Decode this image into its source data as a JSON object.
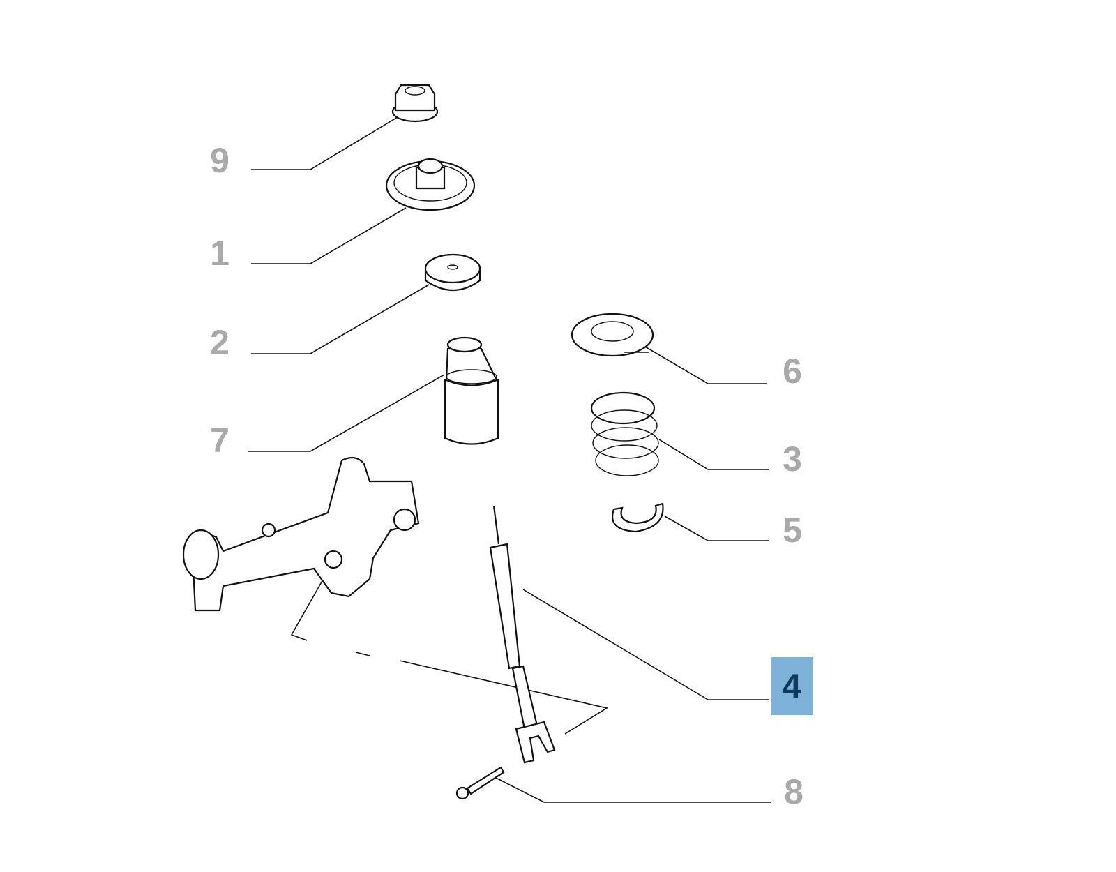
{
  "diagram": {
    "title": "",
    "callouts": [
      {
        "id": "9",
        "label": "9",
        "part": "nut"
      },
      {
        "id": "1",
        "label": "1",
        "part": "upper-mount"
      },
      {
        "id": "2",
        "label": "2",
        "part": "dust-cap"
      },
      {
        "id": "7",
        "label": "7",
        "part": "bump-stop-boot"
      },
      {
        "id": "6",
        "label": "6",
        "part": "upper-spring-seat"
      },
      {
        "id": "3",
        "label": "3",
        "part": "coil-spring"
      },
      {
        "id": "5",
        "label": "5",
        "part": "lower-spring-seat"
      },
      {
        "id": "4",
        "label": "4",
        "part": "shock-absorber",
        "selected": true
      },
      {
        "id": "8",
        "label": "8",
        "part": "bolt"
      }
    ],
    "colors": {
      "highlight_bg": "#7fb2d9",
      "highlight_text": "#0f3a60",
      "label_text": "#a9a9a9"
    }
  }
}
